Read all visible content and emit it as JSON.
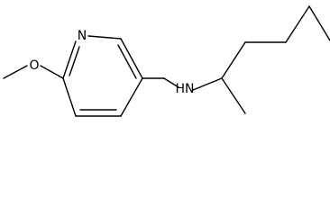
{
  "molecule": {
    "atoms": {
      "o_label": "O",
      "n_ring_label": "N",
      "nh_label": "HN"
    }
  }
}
